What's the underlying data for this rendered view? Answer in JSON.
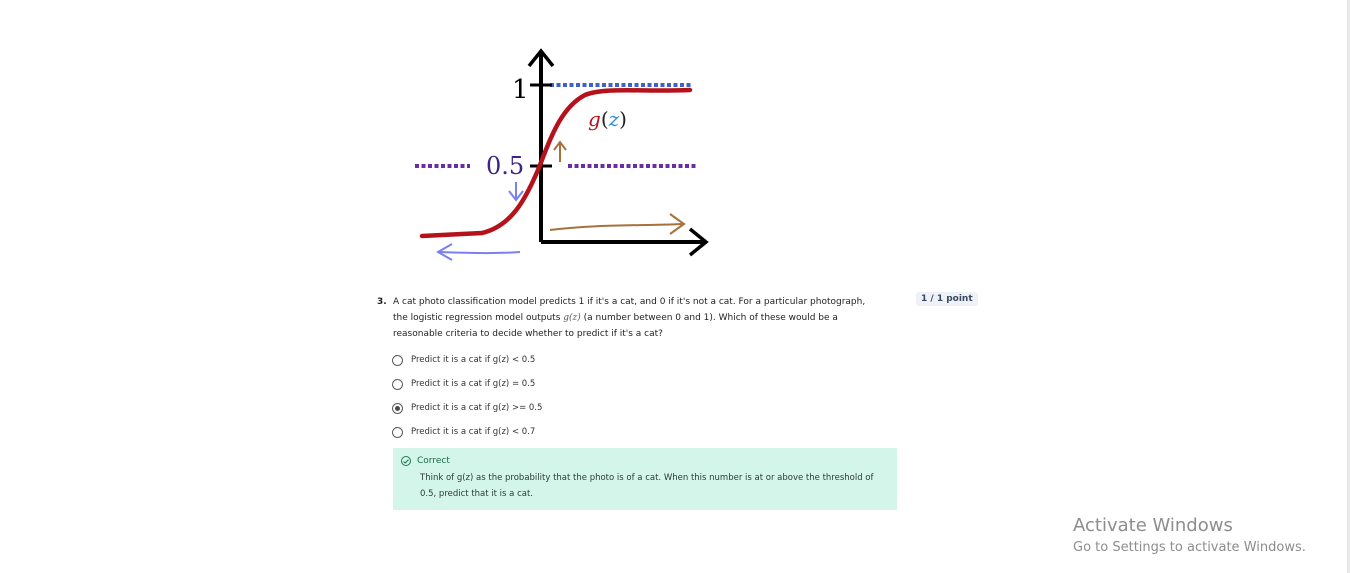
{
  "figure": {
    "label_one": "1",
    "label_half": "0.5",
    "curve_label_g": "g",
    "curve_label_open": "(",
    "curve_label_z": "z",
    "curve_label_close": ")",
    "colors": {
      "curve": "#b5121b",
      "axes": "#000000",
      "top_dots": "#3e62c8",
      "mid_dots": "#6a2ca0",
      "brown_arrows": "#a7713e",
      "blue_arrows": "#7a80f0",
      "z_color": "#2f8ee0"
    }
  },
  "question": {
    "number": "3.",
    "text_before": "A cat photo classification model predicts 1 if it's a cat, and 0 if it's not a cat. For a particular photograph, the logistic regression model outputs ",
    "inline_math": "g(z)",
    "text_after": " (a number between 0 and 1). Which of these would be a reasonable criteria to decide whether to predict if it's a cat?",
    "points": "1 / 1 point"
  },
  "options": [
    {
      "label": "Predict it is a cat if g(z) < 0.5",
      "selected": false
    },
    {
      "label": "Predict it is a cat if g(z) = 0.5",
      "selected": false
    },
    {
      "label": "Predict it is a cat if g(z) >= 0.5",
      "selected": true
    },
    {
      "label": "Predict it is a cat if g(z) < 0.7",
      "selected": false
    }
  ],
  "feedback": {
    "icon": "check-circle-icon",
    "title": "Correct",
    "body": "Think of g(z) as the probability that the photo is of a cat. When this number is at or above the threshold of 0.5, predict that it is a cat."
  },
  "watermark": {
    "title": "Activate Windows",
    "subtitle": "Go to Settings to activate Windows."
  }
}
